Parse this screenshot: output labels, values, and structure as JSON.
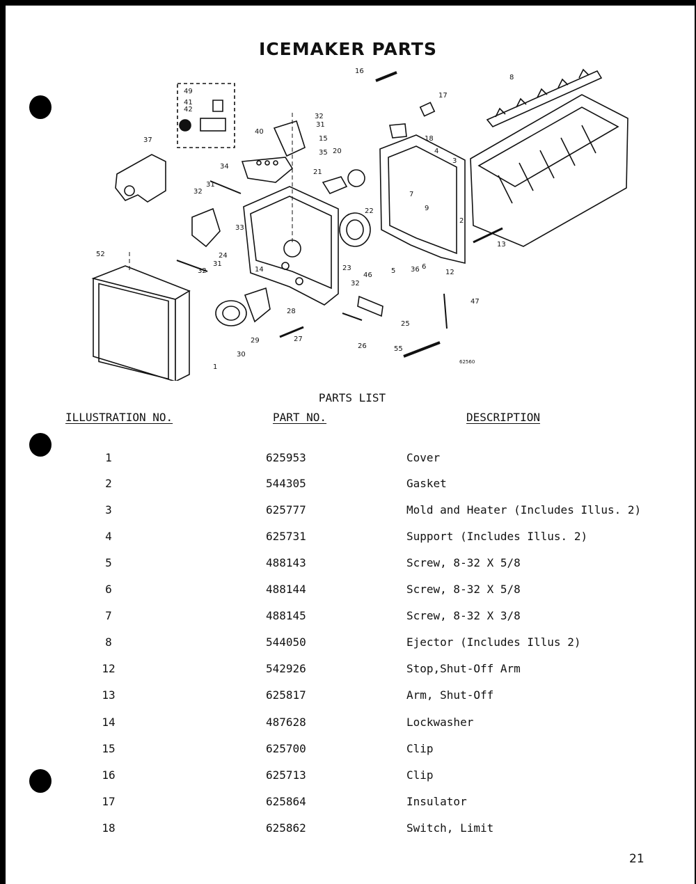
{
  "title": "ICEMAKER PARTS",
  "diagram": {
    "callouts": [
      "16",
      "8",
      "49",
      "41",
      "42",
      "40",
      "32",
      "31",
      "15",
      "20",
      "35",
      "17",
      "18",
      "4",
      "37",
      "34",
      "21",
      "3",
      "32",
      "31",
      "33",
      "22",
      "7",
      "2",
      "13",
      "52",
      "24",
      "9",
      "23",
      "46",
      "5",
      "36",
      "6",
      "12",
      "32",
      "31",
      "14",
      "32",
      "47",
      "28",
      "29",
      "25",
      "27",
      "26",
      "30",
      "55",
      "1"
    ],
    "code": "62560"
  },
  "parts_list": {
    "title": "PARTS LIST",
    "headers": {
      "illustration": "ILLUSTRATION NO.",
      "part": "PART NO.",
      "description": "DESCRIPTION"
    },
    "rows": [
      {
        "illus": "1",
        "part": "625953",
        "desc": "Cover"
      },
      {
        "illus": "2",
        "part": "544305",
        "desc": "Gasket"
      },
      {
        "illus": "3",
        "part": "625777",
        "desc": "Mold and Heater (Includes Illus. 2)"
      },
      {
        "illus": "4",
        "part": "625731",
        "desc": "Support (Includes Illus. 2)"
      },
      {
        "illus": "5",
        "part": "488143",
        "desc": "Screw, 8-32 X 5/8"
      },
      {
        "illus": "6",
        "part": "488144",
        "desc": "Screw, 8-32 X 5/8"
      },
      {
        "illus": "7",
        "part": "488145",
        "desc": "Screw, 8-32 X 3/8"
      },
      {
        "illus": "8",
        "part": "544050",
        "desc": "Ejector (Includes Illus 2)"
      },
      {
        "illus": "12",
        "part": "542926",
        "desc": "Stop,Shut-Off Arm"
      },
      {
        "illus": "13",
        "part": "625817",
        "desc": "Arm, Shut-Off"
      },
      {
        "illus": "14",
        "part": "487628",
        "desc": "Lockwasher"
      },
      {
        "illus": "15",
        "part": "625700",
        "desc": "Clip"
      },
      {
        "illus": "16",
        "part": "625713",
        "desc": "Clip"
      },
      {
        "illus": "17",
        "part": "625864",
        "desc": "Insulator"
      },
      {
        "illus": "18",
        "part": "625862",
        "desc": "Switch, Limit"
      }
    ]
  },
  "page_number": "21"
}
